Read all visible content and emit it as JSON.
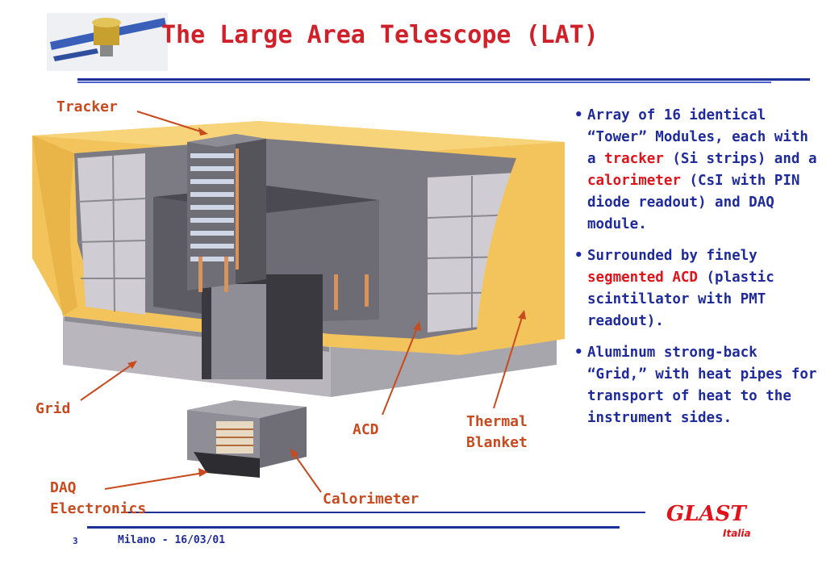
{
  "title": "The Large Area Telescope (LAT)",
  "labels": {
    "tracker": "Tracker",
    "grid": "Grid",
    "acd": "ACD",
    "thermal_line1": "Thermal",
    "thermal_line2": "Blanket",
    "daq_line1": "DAQ",
    "daq_line2": "Electronics",
    "calorimeter": "Calorimeter"
  },
  "bullets": [
    {
      "marker": "•",
      "parts": [
        "Array of 16 identical “Tower” Modules, each with a ",
        "tracker",
        " (Si strips) and a ",
        "calorimeter",
        " (CsI with PIN diode readout) and DAQ module."
      ]
    },
    {
      "marker": "•",
      "parts": [
        "Surrounded by finely ",
        "segmented ACD",
        " (plastic scintillator with PMT readout)."
      ]
    },
    {
      "marker": "•",
      "parts": [
        "Aluminum strong-back “Grid,” with heat pipes for transport of heat to the instrument sides."
      ]
    }
  ],
  "footer": {
    "page_number": "3",
    "text": "Milano - 16/03/01",
    "logo_main": "GLAST",
    "logo_sub": "Italia"
  },
  "icons": {
    "satellite": "satellite-icon"
  },
  "colors": {
    "title": "#d0202a",
    "body_text": "#1f2b9b",
    "highlight": "#e0121a",
    "label": "#c84a1f",
    "rule": "#1f2f9a",
    "blanket": "#f3c45c"
  }
}
